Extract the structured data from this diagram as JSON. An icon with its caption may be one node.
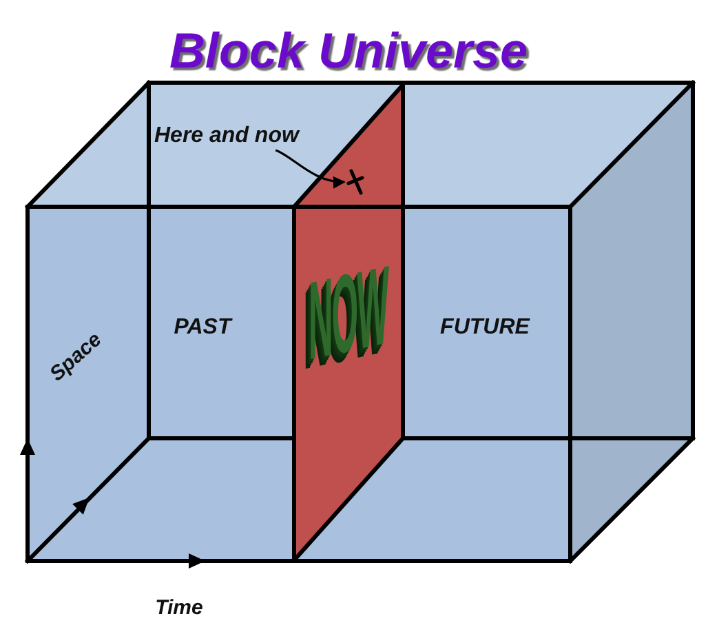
{
  "diagram": {
    "title": "Block Universe",
    "nodes": [
      {
        "text": [
          "Here and now"
        ]
      },
      {
        "text": [
          "NOW"
        ]
      },
      {
        "text": [],
        "shape": "cross",
        "in": 1
      }
    ],
    "edges": [
      {
        "from": 0,
        "to": 2,
        "arrow": "to"
      }
    ],
    "labels": [
      "PAST",
      "FUTURE",
      "Space",
      "Time"
    ]
  }
}
